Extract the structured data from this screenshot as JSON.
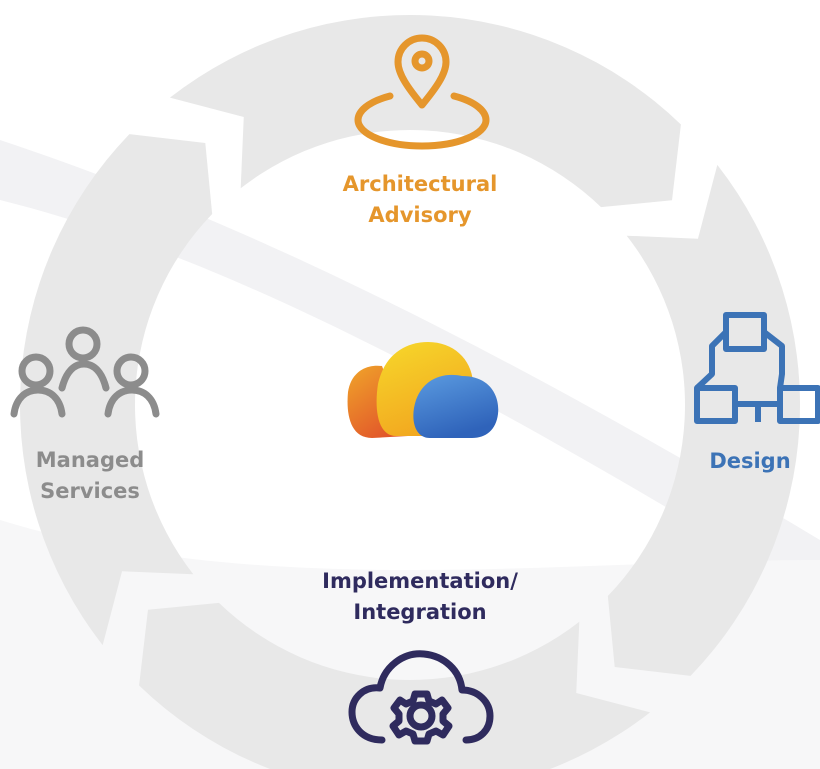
{
  "diagram": {
    "stages": {
      "architectural_advisory": {
        "line1": "Architectural",
        "line2": "Advisory",
        "icon": "location-pin-icon"
      },
      "design": {
        "line1": "Design",
        "icon": "hierarchy-blocks-icon"
      },
      "implementation_integration": {
        "line1": "Implementation/",
        "line2": "Integration",
        "icon": "cloud-gear-icon"
      },
      "managed_services": {
        "line1": "Managed",
        "line2": "Services",
        "icon": "team-people-icon"
      }
    },
    "center_logo": "cloud-logo-icon"
  },
  "colors": {
    "advisory": "#e5962c",
    "design": "#3c73b6",
    "implementation": "#2f2b5e",
    "managed": "#8c8c8c",
    "cycle": "#e8e8e8"
  }
}
